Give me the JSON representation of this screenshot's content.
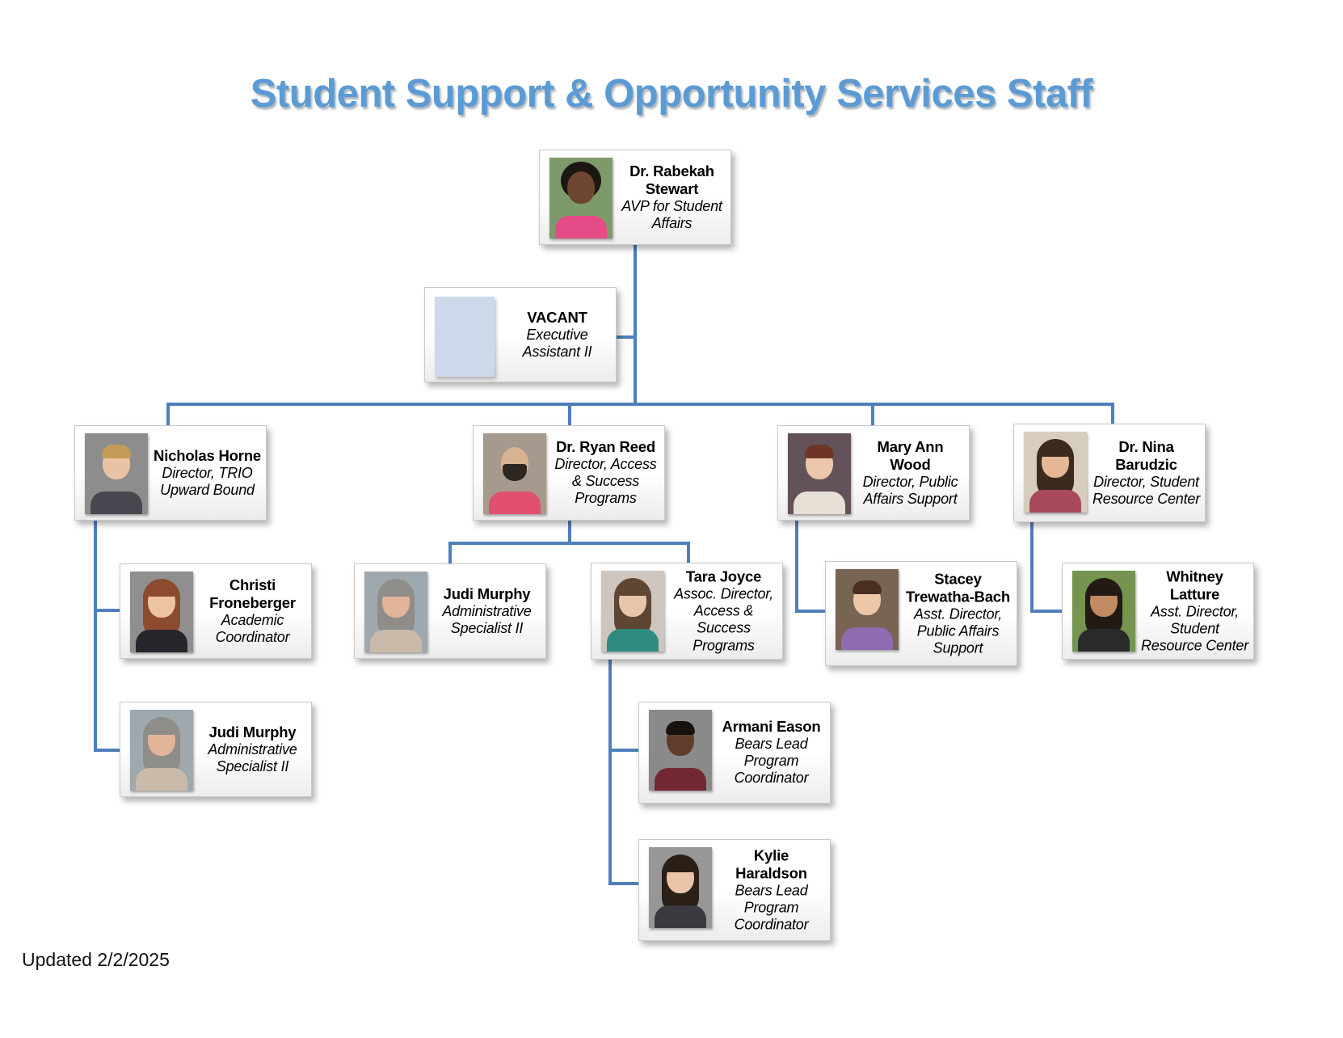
{
  "page": {
    "title": "Student Support & Opportunity Services Staff",
    "footer": "Updated 2/2/2025",
    "title_color": "#5B9BD5",
    "connector_color": "#4E7FBA",
    "vacant_placeholder_color": "#CDD9EB"
  },
  "boxes": [
    {
      "id": "stewart",
      "name": "Dr. Rabekah Stewart",
      "title": "AVP for Student Affairs",
      "reports_to": null,
      "photo": {
        "style": "afro",
        "bg": "#7d9b6a",
        "skin": "#6d4632",
        "hair": "#1d1713",
        "shirt": "#e54b86"
      }
    },
    {
      "id": "vacant",
      "name": "VACANT",
      "title": "Executive Assistant II",
      "reports_to": "stewart",
      "placeholder": true
    },
    {
      "id": "horne",
      "name": "Nicholas Horne",
      "title": "Director, TRIO Upward Bound",
      "reports_to": "stewart",
      "photo": {
        "style": "short",
        "bg": "#8d8d8d",
        "skin": "#eac3a4",
        "hair": "#c59a56",
        "shirt": "#474750"
      }
    },
    {
      "id": "reed",
      "name": "Dr. Ryan Reed",
      "title": "Director, Access & Success Programs",
      "reports_to": "stewart",
      "photo": {
        "style": "bald",
        "bg": "#a59a8d",
        "skin": "#d9b291",
        "hair": "#2e2620",
        "shirt": "#e0506e"
      }
    },
    {
      "id": "wood",
      "name": "Mary Ann Wood",
      "title": "Director, Public Affairs Support",
      "reports_to": "stewart",
      "photo": {
        "style": "short",
        "bg": "#63525a",
        "skin": "#ecc6ab",
        "hair": "#6e3526",
        "shirt": "#e7e0d6"
      }
    },
    {
      "id": "barudzic",
      "name": "Dr. Nina Barudzic",
      "title": "Director, Student Resource Center",
      "reports_to": "stewart",
      "photo": {
        "style": "long",
        "bg": "#d6cdbc",
        "skin": "#e5b794",
        "hair": "#3c2a1c",
        "shirt": "#a84a5c"
      }
    },
    {
      "id": "froneberger",
      "name": "Christi Froneberger",
      "title": "Academic Coordinator",
      "reports_to": "horne",
      "photo": {
        "style": "long",
        "bg": "#8f8f8f",
        "skin": "#eec3a4",
        "hair": "#8c4a2e",
        "shirt": "#26262c"
      }
    },
    {
      "id": "murphy-1",
      "name": "Judi Murphy",
      "title": "Administrative Specialist II",
      "reports_to": "reed",
      "photo": {
        "style": "long",
        "bg": "#9fa8ae",
        "skin": "#e2b49a",
        "hair": "#8f8d89",
        "shirt": "#c9baa9"
      }
    },
    {
      "id": "joyce",
      "name": "Tara Joyce",
      "title": "Assoc. Director, Access & Success Programs",
      "reports_to": "reed",
      "photo": {
        "style": "long",
        "bg": "#cdc5be",
        "skin": "#e9c4ac",
        "hair": "#5e4632",
        "shirt": "#2f8b80"
      }
    },
    {
      "id": "trewatha-bach",
      "name": "Stacey Trewatha-Bach",
      "title": "Asst. Director, Public Affairs Support",
      "reports_to": "wood",
      "photo": {
        "style": "short",
        "bg": "#776453",
        "skin": "#eec6a8",
        "hair": "#4a2e22",
        "shirt": "#8d6cb0"
      }
    },
    {
      "id": "latture",
      "name": "Whitney Latture",
      "title": "Asst. Director, Student Resource Center",
      "reports_to": "barudzic",
      "photo": {
        "style": "long",
        "bg": "#74944f",
        "skin": "#c08a62",
        "hair": "#231a14",
        "shirt": "#2a2a2a"
      }
    },
    {
      "id": "murphy-2",
      "name": "Judi Murphy",
      "title": "Administrative Specialist II",
      "reports_to": "horne",
      "photo": {
        "style": "long",
        "bg": "#9fa8ae",
        "skin": "#e2b49a",
        "hair": "#8f8d89",
        "shirt": "#c9baa9"
      }
    },
    {
      "id": "eason",
      "name": "Armani Eason",
      "title": "Bears Lead Program Coordinator",
      "reports_to": "joyce",
      "photo": {
        "style": "short",
        "bg": "#8a8a8a",
        "skin": "#5f3d2a",
        "hair": "#161210",
        "shirt": "#722832"
      }
    },
    {
      "id": "haraldson",
      "name": "Kylie Haraldson",
      "title": "Bears Lead Program Coordinator",
      "reports_to": "joyce",
      "photo": {
        "style": "long",
        "bg": "#979797",
        "skin": "#ecc4a8",
        "hair": "#2a2018",
        "shirt": "#3a3a40"
      }
    }
  ]
}
